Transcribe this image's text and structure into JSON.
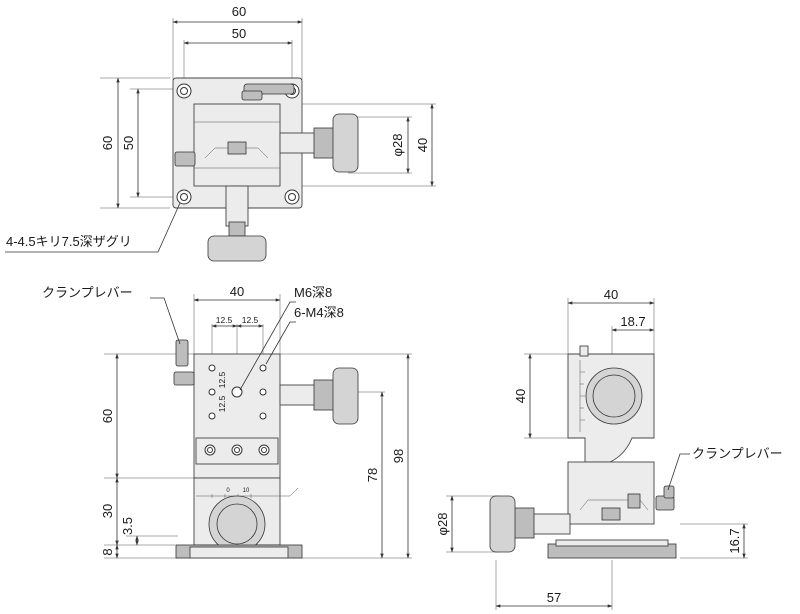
{
  "top_view": {
    "dims": {
      "width_outer": "60",
      "width_inner": "50",
      "height_outer": "60",
      "height_inner": "50",
      "knob_dia": "φ28",
      "height_right": "40"
    },
    "hole_note": "4-4.5キリ7.5深ザグリ"
  },
  "front_view": {
    "dims": {
      "width": "40",
      "pitch_x1": "12.5",
      "pitch_x2": "12.5",
      "pitch_y1": "12.5",
      "pitch_y2": "12.5",
      "height_upper": "60",
      "height_lower": "30",
      "offset_small": "3.5",
      "base_thk": "8",
      "height_mid": "78",
      "height_total": "98"
    },
    "lever_label": "クランプレバー",
    "thread_center": "M6深8",
    "thread_holes": "6-M4深8"
  },
  "side_view": {
    "dims": {
      "width": "40",
      "offset": "18.7",
      "height": "40",
      "knob_dia": "φ28",
      "base_height": "16.7",
      "total_length": "57"
    },
    "lever_label": "クランプレバー"
  }
}
